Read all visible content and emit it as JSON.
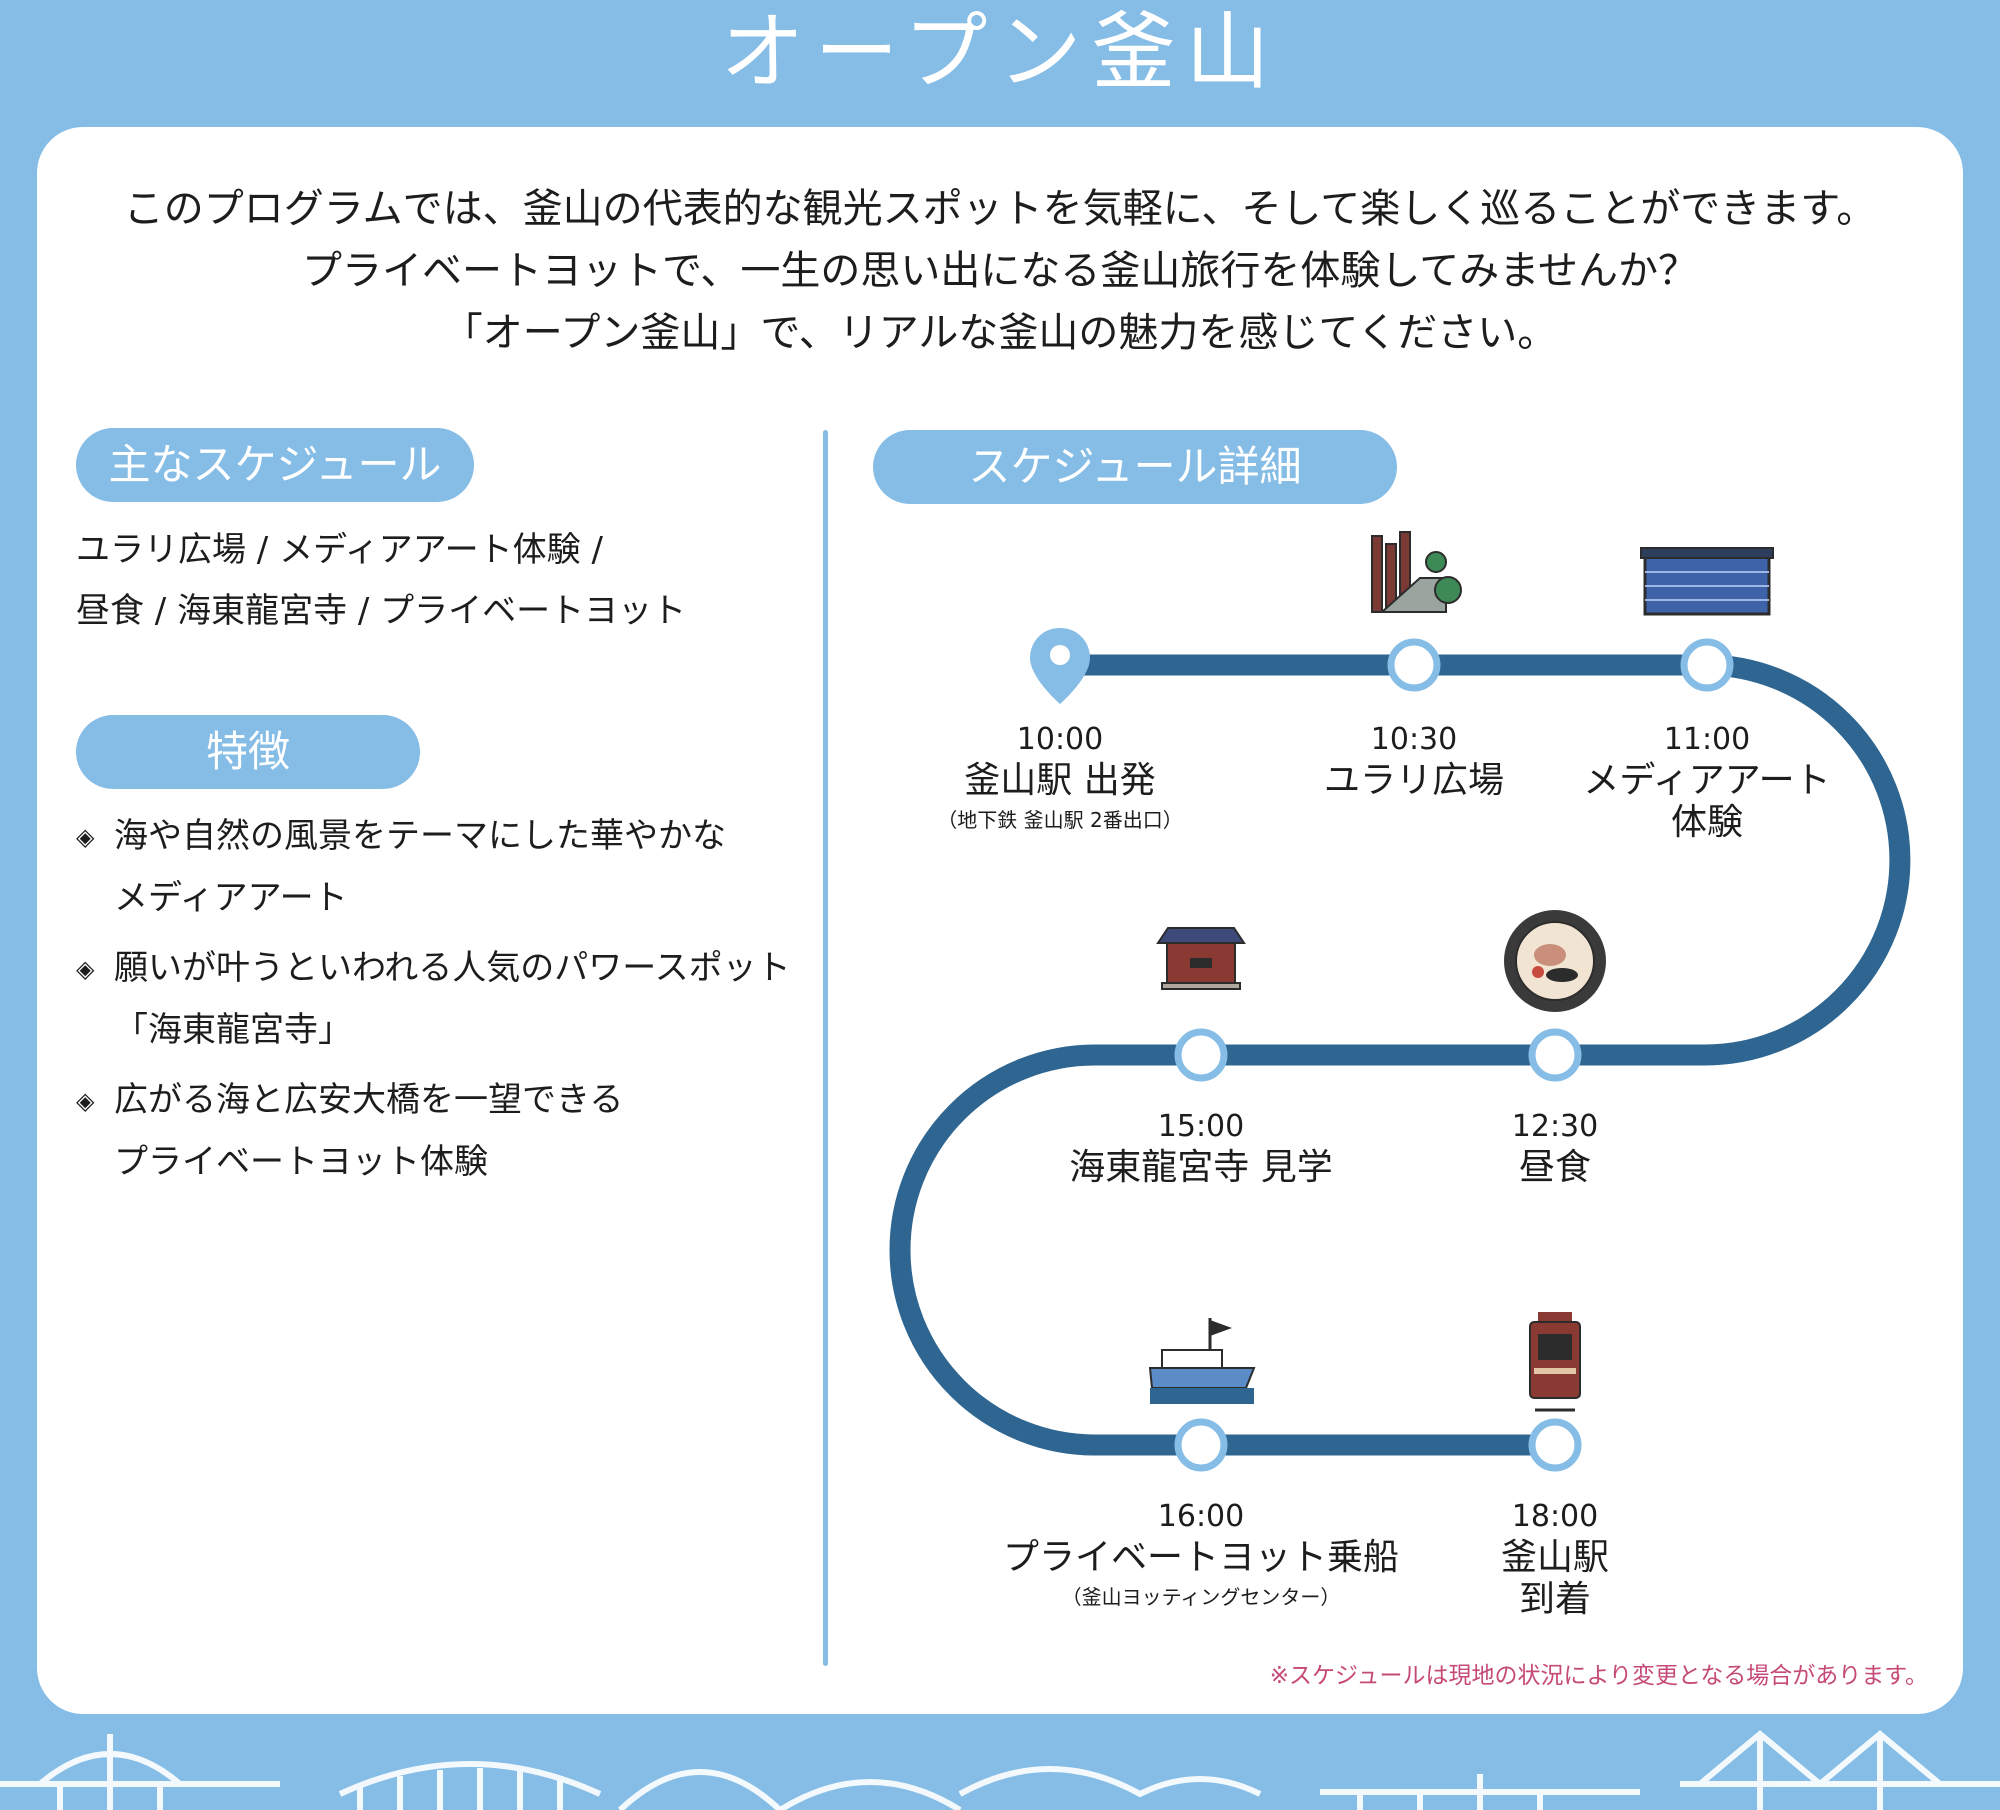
{
  "title": "オープン釜山",
  "intro": [
    "このプログラムでは、釜山の代表的な観光スポットを気軽に、そして楽しく巡ることができます。",
    "プライベートヨットで、一生の思い出になる釜山旅行を体験してみませんか？",
    "「オープン釜山」で、リアルな釜山の魅力を感じてください。"
  ],
  "main_schedule": {
    "heading": "主なスケジュール",
    "lines": [
      "ユラリ広場 / メディアアート体験 /",
      "昼食 / 海東龍宮寺 / プライベートヨット"
    ]
  },
  "features": {
    "heading": "特徴",
    "marker": "◈",
    "items": [
      {
        "line1": "海や自然の風景をテーマにした華やかな",
        "line2": "メディアアート"
      },
      {
        "line1": "願いが叶うといわれる人気のパワースポット",
        "line2": "「海東龍宮寺」"
      },
      {
        "line1": "広がる海と広安大橋を一望できる",
        "line2": "プライベートヨット体験"
      }
    ]
  },
  "detail": {
    "heading": "スケジュール詳細",
    "stops": [
      {
        "time": "10:00",
        "name": "釜山駅 出発",
        "sub": "（地下鉄 釜山駅 2番出口）",
        "icon": "map-pin-icon"
      },
      {
        "time": "10:30",
        "name": "ユラリ広場",
        "icon": "park-icon"
      },
      {
        "time": "11:00",
        "name": "メディアアート",
        "name2": "体験",
        "icon": "building-icon"
      },
      {
        "time": "12:30",
        "name": "昼食",
        "icon": "hotpot-icon"
      },
      {
        "time": "15:00",
        "name": "海東龍宮寺  見学",
        "icon": "temple-icon"
      },
      {
        "time": "16:00",
        "name": "プライベートヨット乗船",
        "sub": "（釜山ヨッティングセンター）",
        "icon": "yacht-icon"
      },
      {
        "time": "18:00",
        "name": "釜山駅",
        "name2": "到着",
        "icon": "train-icon"
      }
    ],
    "note": "※スケジュールは現地の状況により変更となる場合があります。"
  },
  "colors": {
    "background": "#85bde6",
    "route": "#2e6691",
    "note": "#c64a77",
    "card": "#ffffff"
  }
}
